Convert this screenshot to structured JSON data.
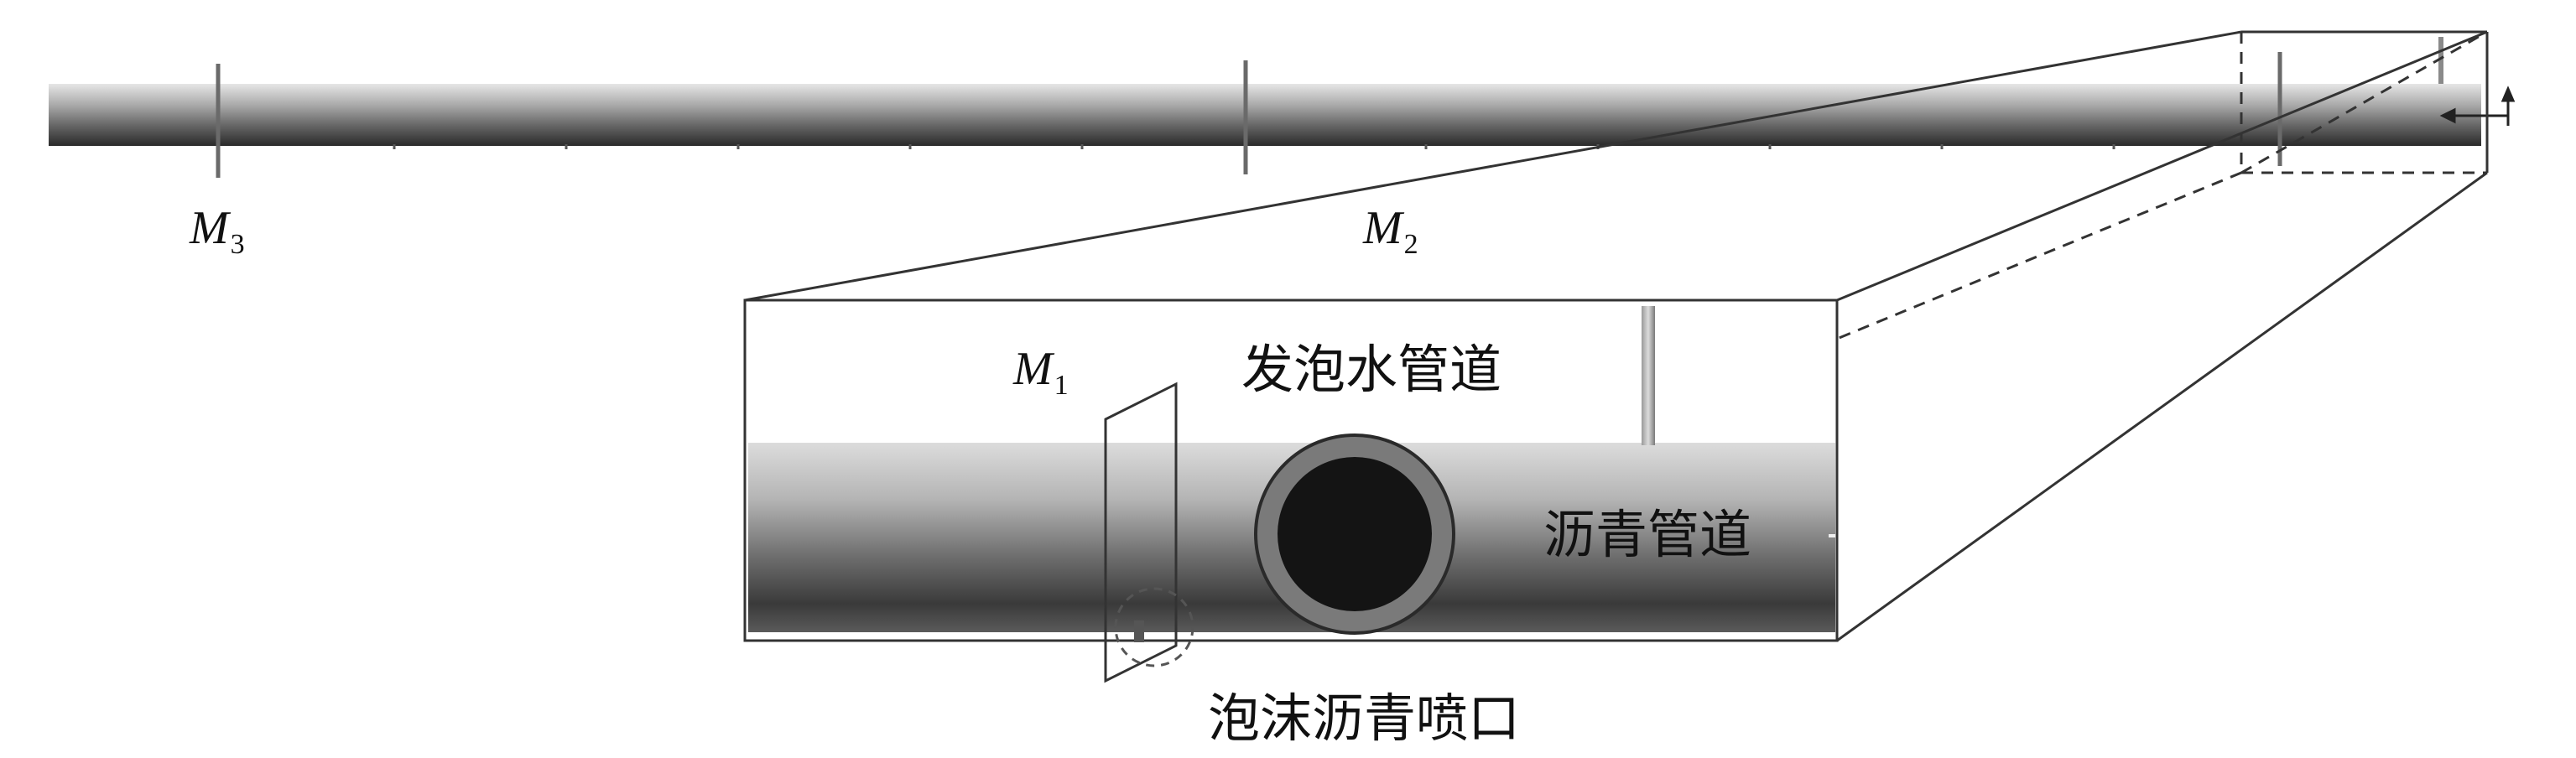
{
  "labels": {
    "m3": {
      "letter": "M",
      "sub": "3"
    },
    "m2": {
      "letter": "M",
      "sub": "2"
    },
    "m1": {
      "letter": "M",
      "sub": "1"
    },
    "water_pipe": "发泡水管道",
    "asphalt_pipe": "沥青管道",
    "nozzle": "泡沫沥青喷口"
  },
  "colors": {
    "outline": "#333333",
    "pipe_light": "#d6d6d6",
    "pipe_dark": "#2a2a2a",
    "pipe_core": "#141414",
    "pipe_ring": "#7a7a7a"
  }
}
